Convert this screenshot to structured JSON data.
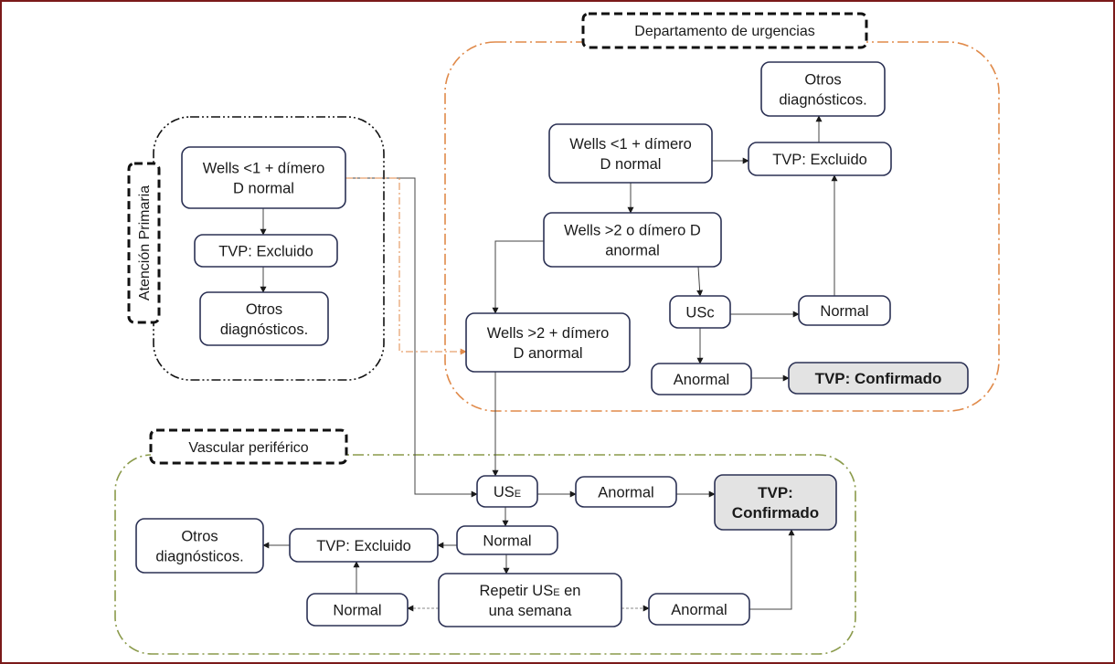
{
  "diagram": {
    "title": "Algoritmo diagnóstico de TVP",
    "colors": {
      "frame": "#7a1a1a",
      "atencion_primaria": "#111111",
      "urgencias": "#e08a4a",
      "vascular": "#8a9a4a",
      "node_border": "#2b3154",
      "confirmed_fill": "#e3e3e3"
    },
    "regions": [
      {
        "id": "ap",
        "label": "Atención Primaria"
      },
      {
        "id": "urg",
        "label": "Departamento de urgencias"
      },
      {
        "id": "vasc",
        "label": "Vascular periférico"
      }
    ],
    "nodes": [
      {
        "id": "ap_wells",
        "region": "ap",
        "lines": [
          "Wells <1 + dímero",
          "D normal"
        ]
      },
      {
        "id": "ap_excl",
        "region": "ap",
        "lines": [
          "TVP: Excluido"
        ]
      },
      {
        "id": "ap_otros",
        "region": "ap",
        "lines": [
          "Otros",
          "diagnósticos."
        ]
      },
      {
        "id": "urg_wells1",
        "region": "urg",
        "lines": [
          "Wells <1 + dímero",
          "D normal"
        ]
      },
      {
        "id": "urg_excl",
        "region": "urg",
        "lines": [
          "TVP: Excluido"
        ]
      },
      {
        "id": "urg_otros",
        "region": "urg",
        "lines": [
          "Otros",
          "diagnósticos."
        ]
      },
      {
        "id": "urg_wells2o",
        "region": "urg",
        "lines": [
          "Wells >2 o dímero D",
          "anormal"
        ]
      },
      {
        "id": "urg_usc",
        "region": "urg",
        "lines": [
          "USc"
        ]
      },
      {
        "id": "urg_normal",
        "region": "urg",
        "lines": [
          "Normal"
        ]
      },
      {
        "id": "urg_wells2y",
        "region": "urg",
        "lines": [
          "Wells >2 + dímero",
          "D anormal"
        ]
      },
      {
        "id": "urg_anormal",
        "region": "urg",
        "lines": [
          "Anormal"
        ]
      },
      {
        "id": "urg_conf",
        "region": "urg",
        "lines": [
          "TVP: Confirmado"
        ],
        "style": "confirmed"
      },
      {
        "id": "v_use",
        "region": "vasc",
        "lines": [
          "USE"
        ]
      },
      {
        "id": "v_anormal1",
        "region": "vasc",
        "lines": [
          "Anormal"
        ]
      },
      {
        "id": "v_conf",
        "region": "vasc",
        "lines": [
          "TVP:",
          "Confirmado"
        ],
        "style": "confirmed"
      },
      {
        "id": "v_normal1",
        "region": "vasc",
        "lines": [
          "Normal"
        ]
      },
      {
        "id": "v_excl",
        "region": "vasc",
        "lines": [
          "TVP: Excluido"
        ]
      },
      {
        "id": "v_otros",
        "region": "vasc",
        "lines": [
          "Otros",
          "diagnósticos."
        ]
      },
      {
        "id": "v_repetir",
        "region": "vasc",
        "lines": [
          "Repetir USE en",
          "una semana"
        ]
      },
      {
        "id": "v_normal2",
        "region": "vasc",
        "lines": [
          "Normal"
        ]
      },
      {
        "id": "v_anormal2",
        "region": "vasc",
        "lines": [
          "Anormal"
        ]
      }
    ],
    "edges": [
      {
        "from": "ap_wells",
        "to": "ap_excl"
      },
      {
        "from": "ap_excl",
        "to": "ap_otros"
      },
      {
        "from": "ap_wells",
        "to": "v_use"
      },
      {
        "from": "ap_wells",
        "to": "urg_wells2y",
        "style": "orange"
      },
      {
        "from": "urg_wells1",
        "to": "urg_excl"
      },
      {
        "from": "urg_excl",
        "to": "urg_otros"
      },
      {
        "from": "urg_wells1",
        "to": "urg_wells2o"
      },
      {
        "from": "urg_wells2o",
        "to": "urg_wells2y"
      },
      {
        "from": "urg_wells2o",
        "to": "urg_usc"
      },
      {
        "from": "urg_usc",
        "to": "urg_normal"
      },
      {
        "from": "urg_normal",
        "to": "urg_excl"
      },
      {
        "from": "urg_usc",
        "to": "urg_anormal"
      },
      {
        "from": "urg_anormal",
        "to": "urg_conf"
      },
      {
        "from": "urg_wells2y",
        "to": "v_use"
      },
      {
        "from": "v_use",
        "to": "v_anormal1"
      },
      {
        "from": "v_anormal1",
        "to": "v_conf"
      },
      {
        "from": "v_use",
        "to": "v_normal1"
      },
      {
        "from": "v_normal1",
        "to": "v_excl"
      },
      {
        "from": "v_excl",
        "to": "v_otros"
      },
      {
        "from": "v_normal1",
        "to": "v_repetir"
      },
      {
        "from": "v_repetir",
        "to": "v_normal2",
        "style": "light"
      },
      {
        "from": "v_normal2",
        "to": "v_excl"
      },
      {
        "from": "v_repetir",
        "to": "v_anormal2",
        "style": "light"
      },
      {
        "from": "v_anormal2",
        "to": "v_conf"
      }
    ]
  }
}
